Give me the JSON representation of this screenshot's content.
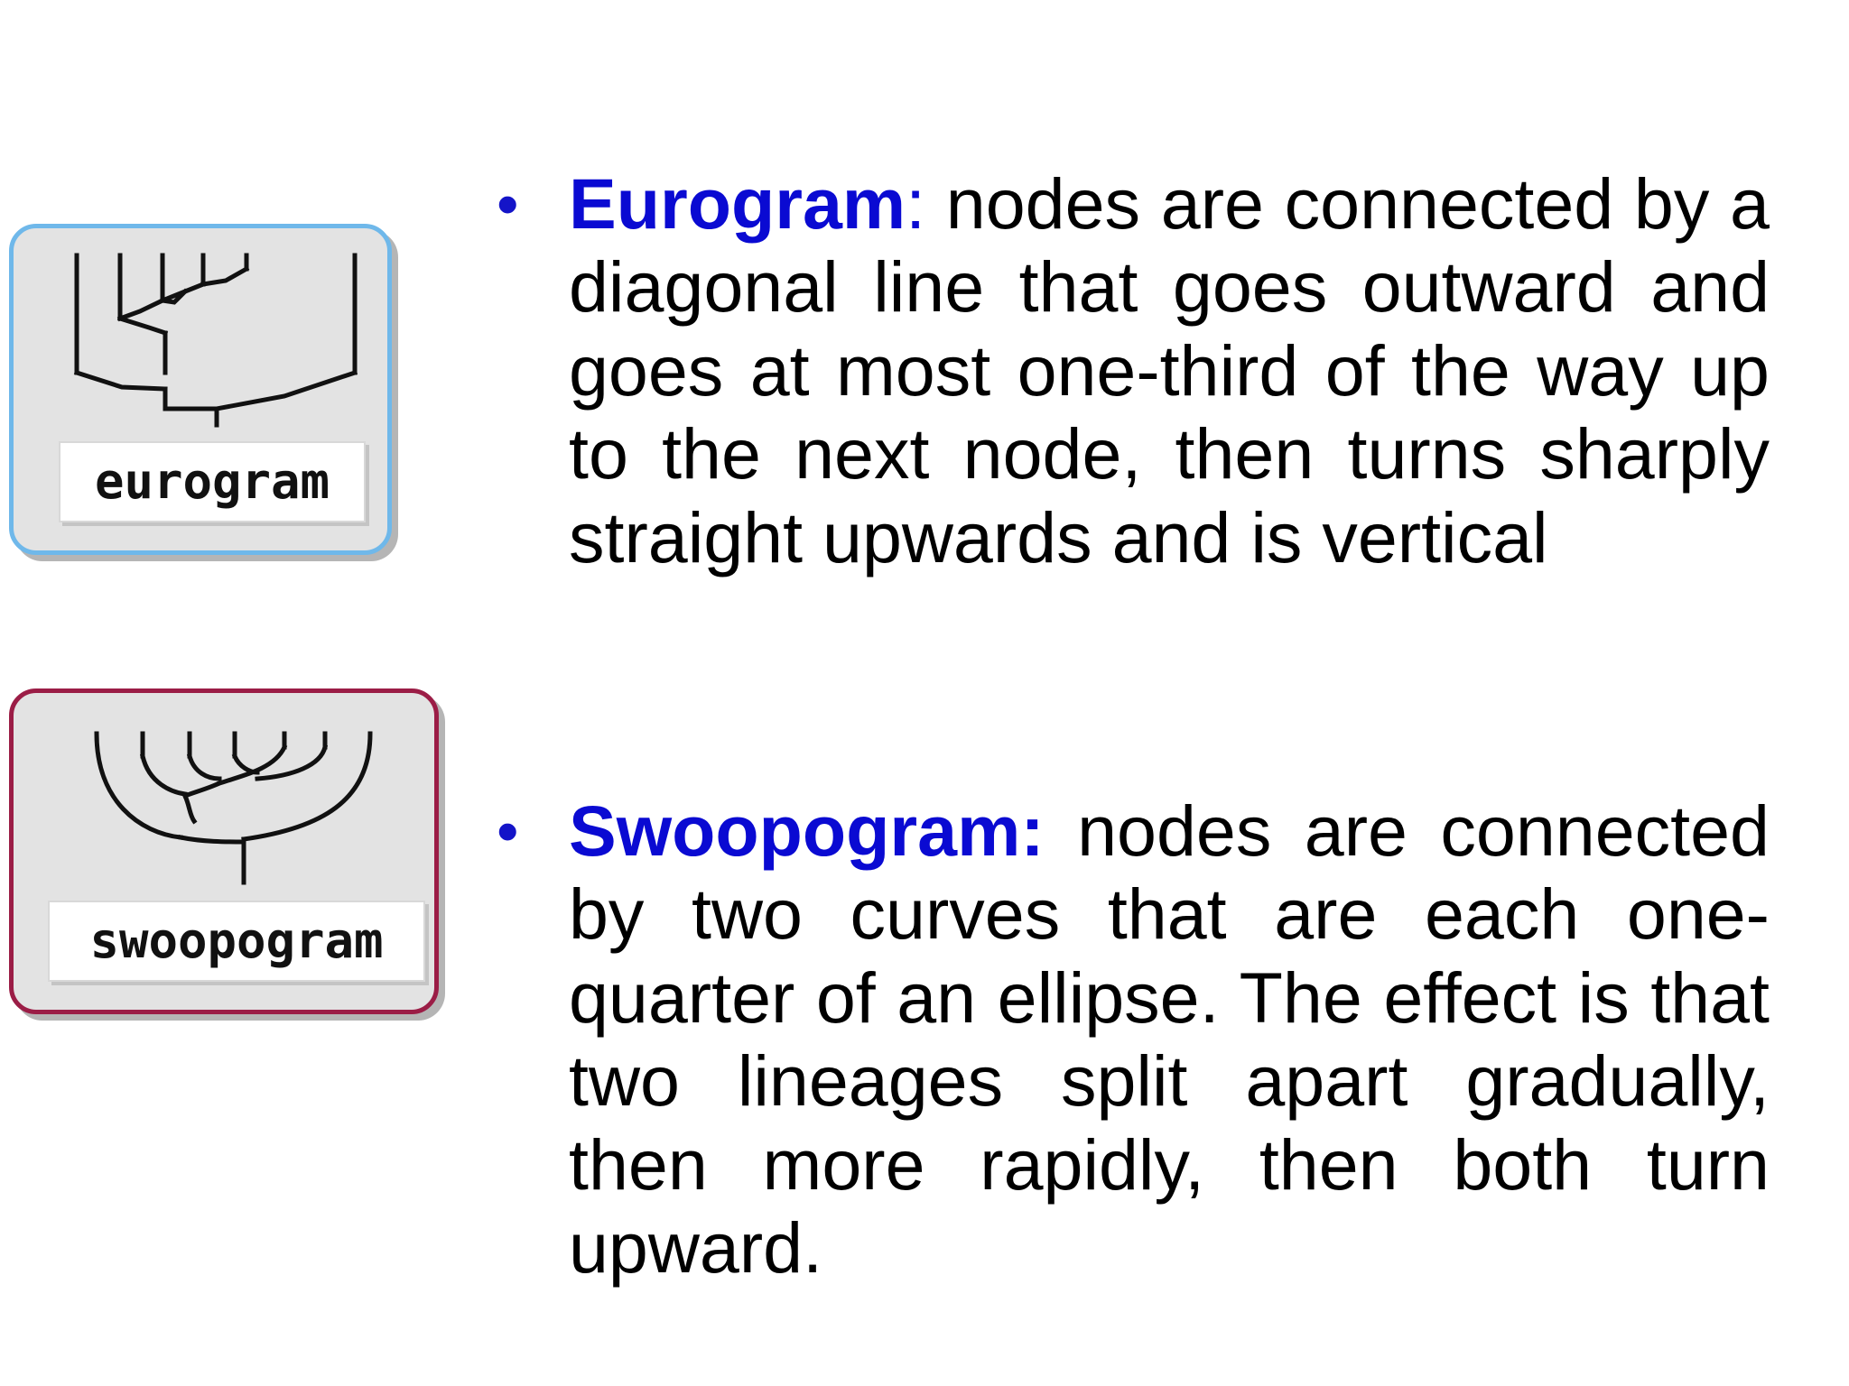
{
  "icons": {
    "eurogram": {
      "label": "eurogram",
      "border_color": "#6fb8ea",
      "icon_name": "eurogram-tree-icon"
    },
    "swoopogram": {
      "label": "swoopogram",
      "border_color": "#9b1d46",
      "icon_name": "swoopogram-tree-icon"
    }
  },
  "bullets": [
    {
      "term": "Eurogram",
      "separator": ":",
      "text": " nodes are connected by a diagonal line that goes outward and goes at most one-third of the way up to the next node, then turns sharply straight upwards and is vertical"
    },
    {
      "term": "Swoopogram:",
      "separator": "",
      "text": " nodes are connected by two curves that are each one-quarter of an ellipse. The effect is that two lineages split apart gradually, then more rapidly, then both turn upward."
    }
  ],
  "colors": {
    "term": "#0a0ad2",
    "bullet": "#1414c8",
    "body_text": "#000000"
  }
}
